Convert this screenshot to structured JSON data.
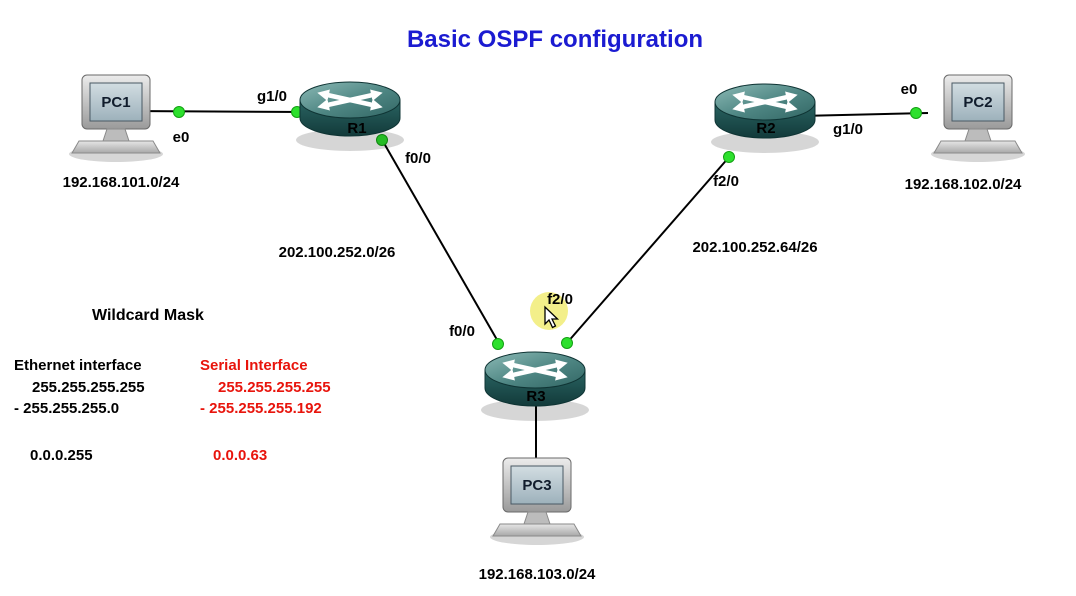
{
  "title": "Basic OSPF configuration",
  "colors": {
    "title-blue": "#1b1bd1",
    "accent-red": "#e8140c",
    "dot-green": "#2de02d",
    "highlight-yellow": "#f3ef8a"
  },
  "devices": {
    "pc1": {
      "label": "PC1",
      "network": "192.168.101.0/24"
    },
    "pc2": {
      "label": "PC2",
      "network": "192.168.102.0/24"
    },
    "pc3": {
      "label": "PC3",
      "network": "192.168.103.0/24"
    },
    "r1": {
      "label": "R1"
    },
    "r2": {
      "label": "R2"
    },
    "r3": {
      "label": "R3"
    }
  },
  "interfaces": {
    "pc1_e0": "e0",
    "r1_g1_0": "g1/0",
    "r1_f0_0": "f0/0",
    "r3_f0_0": "f0/0",
    "r3_f2_0": "f2/0",
    "r2_f2_0": "f2/0",
    "r2_g1_0": "g1/0",
    "pc2_e0": "e0"
  },
  "links": {
    "r1_r3": {
      "subnet": "202.100.252.0/26"
    },
    "r2_r3": {
      "subnet": "202.100.252.64/26"
    }
  },
  "wildcard": {
    "heading": "Wildcard Mask",
    "ethernet": {
      "heading": "Ethernet interface",
      "minuend": "255.255.255.255",
      "subtrahend": "- 255.255.255.0",
      "result": "0.0.0.255"
    },
    "serial": {
      "heading": "Serial Interface",
      "minuend": "255.255.255.255",
      "subtrahend": "- 255.255.255.192",
      "result": "0.0.0.63"
    }
  }
}
